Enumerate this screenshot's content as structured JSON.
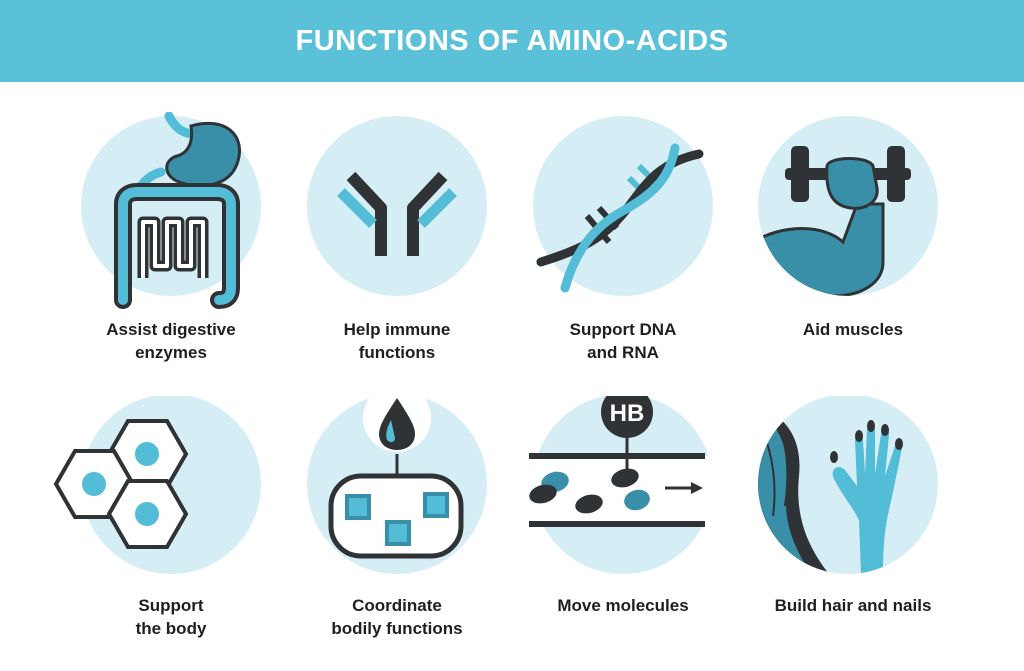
{
  "header": {
    "title": "FUNCTIONS OF AMINO-ACIDS"
  },
  "colors": {
    "banner": "#5bc1d8",
    "circle": "#d5edf5",
    "accent": "#53bcd6",
    "teal_dark": "#3a8fa8",
    "ink": "#2f3336",
    "label": "#1f1f1f"
  },
  "functions": [
    {
      "label": "Assist digestive\nenzymes",
      "icon": "digestive-system-icon"
    },
    {
      "label": "Help immune\nfunctions",
      "icon": "antibody-icon"
    },
    {
      "label": "Support DNA\nand RNA",
      "icon": "dna-icon"
    },
    {
      "label": "Aid muscles",
      "icon": "dumbbell-arm-icon"
    },
    {
      "label": "Support\nthe body",
      "icon": "hexagon-cells-icon"
    },
    {
      "label": "Coordinate\nbodily functions",
      "icon": "cell-droplet-icon"
    },
    {
      "label": "Move molecules",
      "icon": "hb-transport-icon"
    },
    {
      "label": "Build hair and nails",
      "icon": "hair-hand-icon"
    }
  ],
  "hb_tag": "HB"
}
